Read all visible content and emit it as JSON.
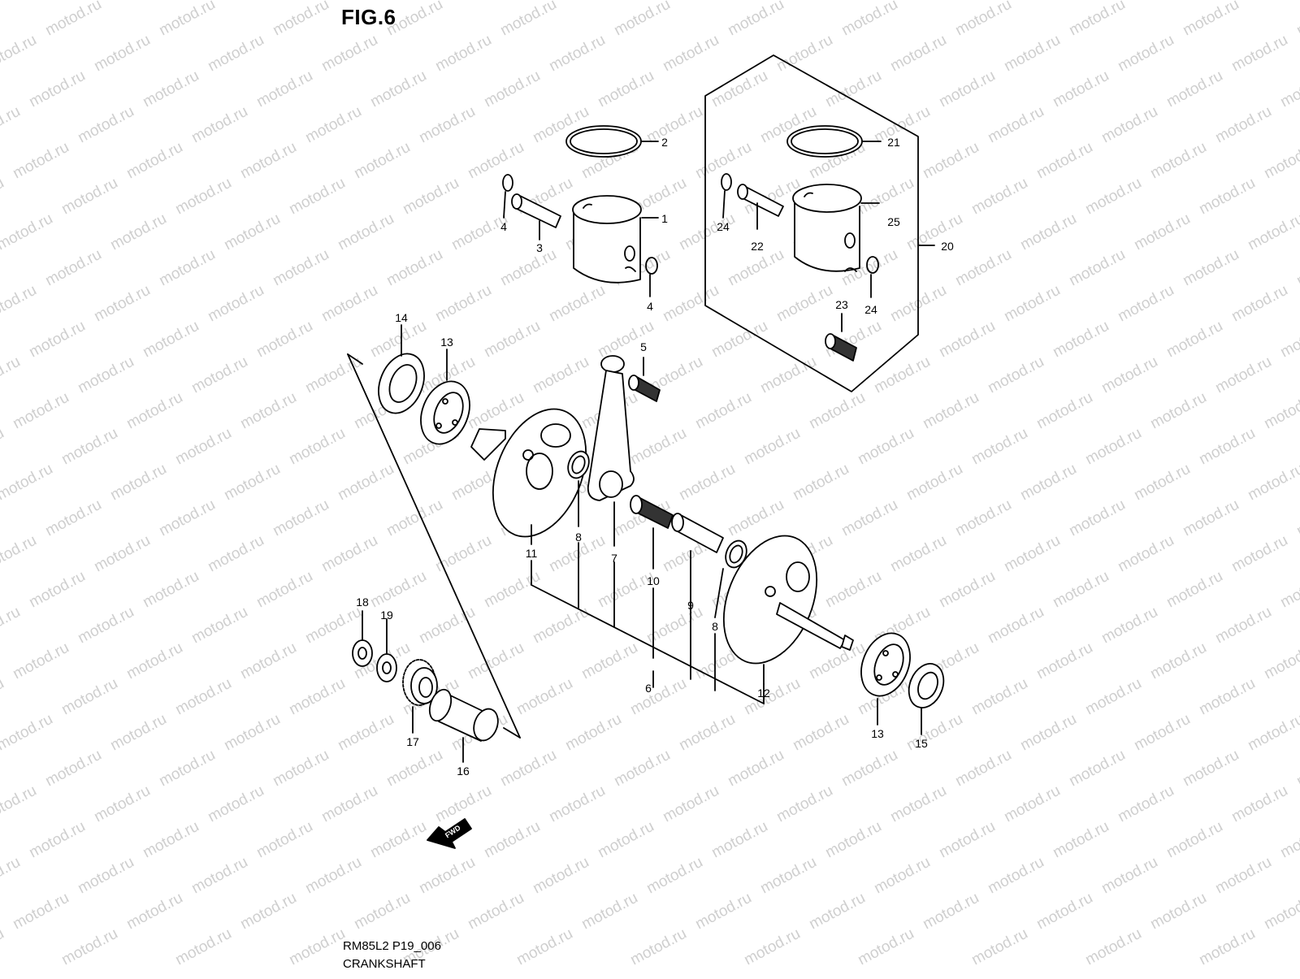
{
  "figure": {
    "title": "FIG.6",
    "drawing_code": "RM85L2 P19_006",
    "drawing_name": "CRANKSHAFT",
    "watermark": "motod.ru",
    "fwd_label": "FWD"
  },
  "callouts": [
    "1",
    "2",
    "3",
    "4",
    "4",
    "5",
    "6",
    "7",
    "8",
    "8",
    "9",
    "10",
    "11",
    "12",
    "13",
    "13",
    "14",
    "15",
    "16",
    "17",
    "18",
    "19",
    "20",
    "21",
    "22",
    "23",
    "24",
    "24",
    "25"
  ],
  "colors": {
    "line": "#000000",
    "watermark": "#cfcfcf",
    "background": "#ffffff"
  }
}
